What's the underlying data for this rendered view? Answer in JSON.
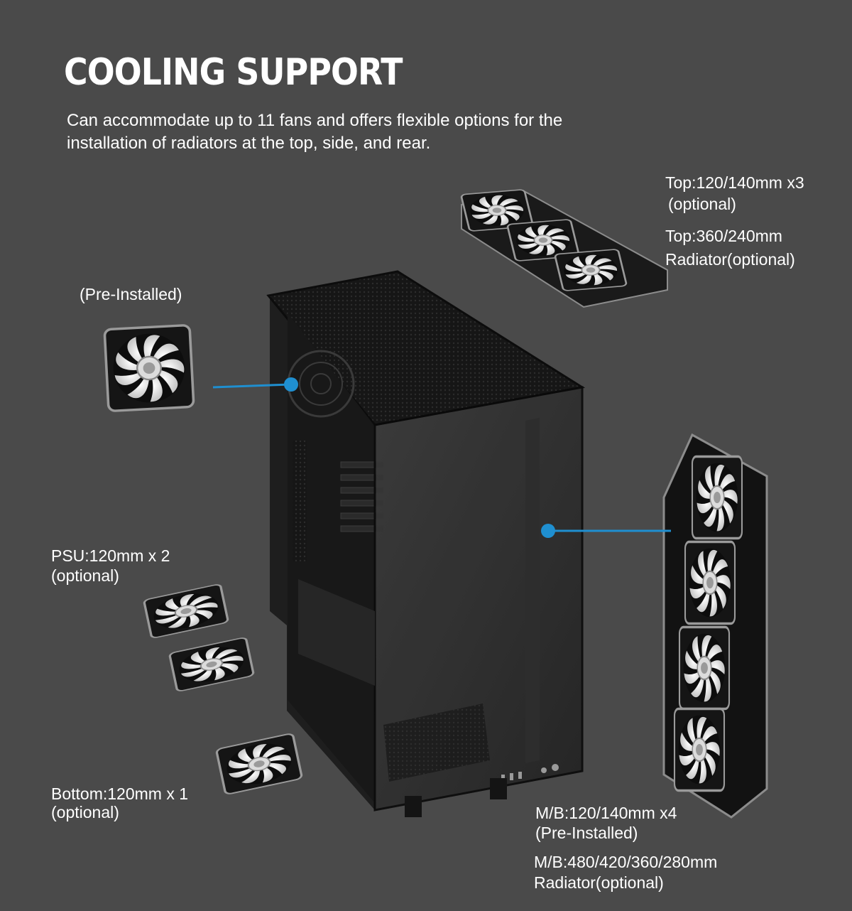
{
  "heading": {
    "title": "COOLING SUPPORT",
    "subtitle": "Can accommodate up to 11 fans and offers flexible options for the installation of radiators at the top, side, and rear."
  },
  "labels": {
    "top_fans_line1": "Top:120/140mm x3",
    "top_fans_line2": "(optional)",
    "top_radiator_line1": "Top:360/240mm",
    "top_radiator_line2": "Radiator(optional)",
    "rear_fan": "(Pre-Installed)",
    "psu_line1": "PSU:120mm x 2",
    "psu_line2": "(optional)",
    "bottom_line1": "Bottom:120mm x 1",
    "bottom_line2": "(optional)",
    "mb_fans_line1": "M/B:120/140mm x4",
    "mb_fans_line2": "(Pre-Installed)",
    "mb_radiator_line1": "M/B:480/420/360/280mm",
    "mb_radiator_line2": "Radiator(optional)"
  },
  "colors": {
    "background": "#4a4a4a",
    "accent": "#1f8fd0",
    "case_body": "#1c1c1c",
    "fan_blade": "#e8e8e8"
  }
}
